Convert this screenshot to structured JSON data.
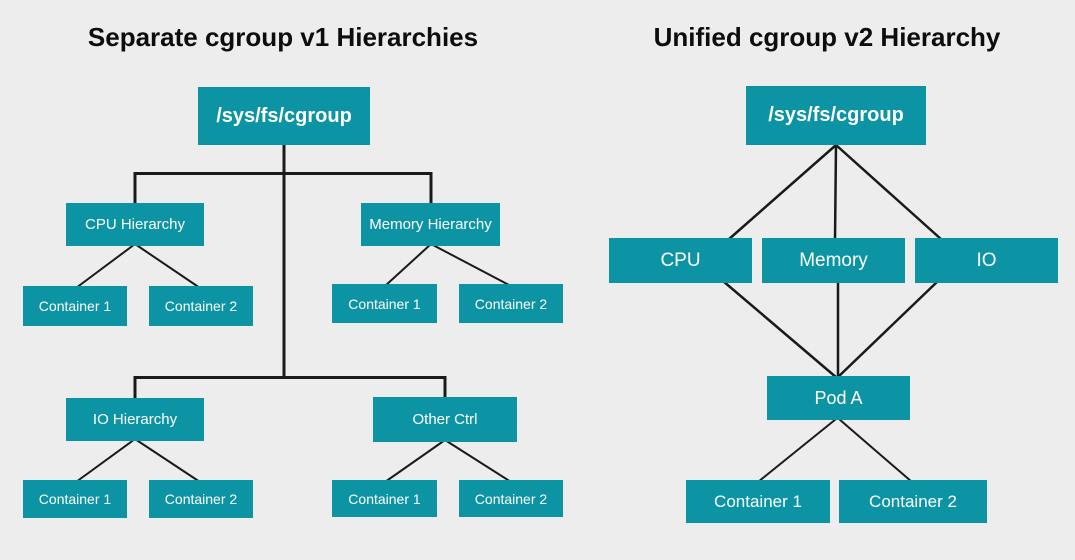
{
  "colors": {
    "background": "#ededed",
    "node_fill": "#0c94a5",
    "node_text": "#ffffff",
    "edge_line": "#1a1a1a",
    "title_text": "#0d0d0d"
  },
  "v1": {
    "title": "Separate cgroup v1 Hierarchies",
    "nodes": {
      "root": "/sys/fs/cgroup",
      "cpu": "CPU Hierarchy",
      "memory": "Memory Hierarchy",
      "io": "IO Hierarchy",
      "other": "Other Ctrl",
      "cpu_c1": "Container 1",
      "cpu_c2": "Container 2",
      "mem_c1": "Container 1",
      "mem_c2": "Container 2",
      "io_c1": "Container 1",
      "io_c2": "Container 2",
      "other_c1": "Container 1",
      "other_c2": "Container 2"
    },
    "edges": [
      [
        "/sys/fs/cgroup",
        "CPU Hierarchy"
      ],
      [
        "/sys/fs/cgroup",
        "Memory Hierarchy"
      ],
      [
        "/sys/fs/cgroup",
        "IO Hierarchy"
      ],
      [
        "/sys/fs/cgroup",
        "Other Ctrl"
      ],
      [
        "CPU Hierarchy",
        "Container 1"
      ],
      [
        "CPU Hierarchy",
        "Container 2"
      ],
      [
        "Memory Hierarchy",
        "Container 1"
      ],
      [
        "Memory Hierarchy",
        "Container 2"
      ],
      [
        "IO Hierarchy",
        "Container 1"
      ],
      [
        "IO Hierarchy",
        "Container 2"
      ],
      [
        "Other Ctrl",
        "Container 1"
      ],
      [
        "Other Ctrl",
        "Container 2"
      ]
    ]
  },
  "v2": {
    "title": "Unified cgroup v2 Hierarchy",
    "nodes": {
      "root": "/sys/fs/cgroup",
      "cpu": "CPU",
      "memory": "Memory",
      "io": "IO",
      "pod": "Pod A",
      "c1": "Container 1",
      "c2": "Container 2"
    },
    "edges": [
      [
        "/sys/fs/cgroup",
        "CPU"
      ],
      [
        "/sys/fs/cgroup",
        "Memory"
      ],
      [
        "/sys/fs/cgroup",
        "IO"
      ],
      [
        "CPU",
        "Pod A"
      ],
      [
        "Memory",
        "Pod A"
      ],
      [
        "IO",
        "Pod A"
      ],
      [
        "Pod A",
        "Container 1"
      ],
      [
        "Pod A",
        "Container 2"
      ]
    ]
  }
}
